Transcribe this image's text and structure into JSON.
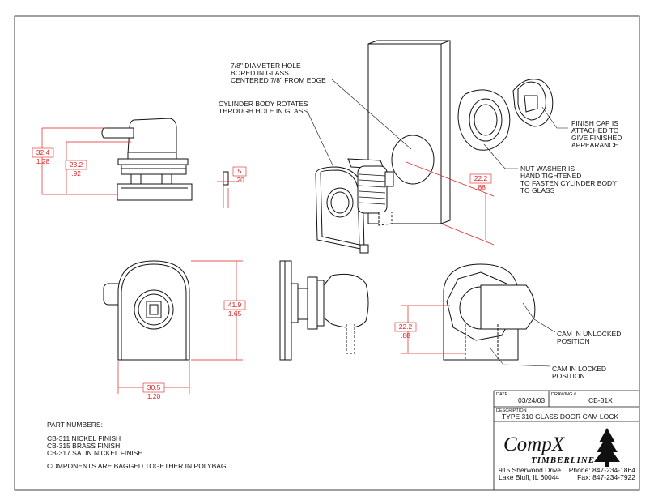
{
  "callouts": {
    "hole": [
      "7/8\" DIAMETER HOLE",
      "BORED IN GLASS",
      "CENTERED 7/8\" FROM EDGE"
    ],
    "cylinder": [
      "CYLINDER BODY ROTATES",
      "THROUGH HOLE IN GLASS"
    ],
    "finish_cap": [
      "FINISH CAP IS",
      "ATTACHED TO",
      "GIVE FINISHED",
      "APPEARANCE"
    ],
    "nut_washer": [
      "NUT WASHER IS",
      "HAND TIGHTENED",
      "TO FASTEN CYLINDER BODY",
      "TO GLASS"
    ],
    "cam_unlocked": [
      "CAM IN UNLOCKED",
      "POSITION"
    ],
    "cam_locked": [
      "CAM IN LOCKED",
      "POSITION"
    ]
  },
  "dimensions": {
    "overall_height": {
      "mm": "32.4",
      "in": "1.28"
    },
    "body_height": {
      "mm": "23.2",
      "in": ".92"
    },
    "cam_thickness": {
      "mm": "5",
      "in": ".20"
    },
    "edge_distance": {
      "mm": "22.2",
      "in": ".88"
    },
    "face_height": {
      "mm": "41.9",
      "in": "1.65"
    },
    "face_width": {
      "mm": "30.5",
      "in": "1.20"
    },
    "cam_offset": {
      "mm": "22.2",
      "in": ".88"
    }
  },
  "notes": {
    "heading": "PART NUMBERS:",
    "parts": [
      "CB-311 NICKEL FINISH",
      "CB-315 BRASS FINISH",
      "CB-317 SATIN NICKEL FINISH"
    ],
    "packaging": "COMPONENTS ARE BAGGED TOGETHER IN POLYBAG"
  },
  "title_block": {
    "date_label": "DATE",
    "date": "03/24/03",
    "drawing_label": "DRAWING #",
    "drawing_no": "CB-31X",
    "description_label": "DESCRIPTION",
    "description": "TYPE 310 GLASS DOOR CAM LOCK",
    "logo": "CompX",
    "division": "TIMBERLINE",
    "address": [
      "915 Sherwood Drive",
      "Lake Bluff, IL  60044"
    ],
    "phone": "Phone: 847-234-1864",
    "fax": "Fax: 847-234-7922"
  }
}
